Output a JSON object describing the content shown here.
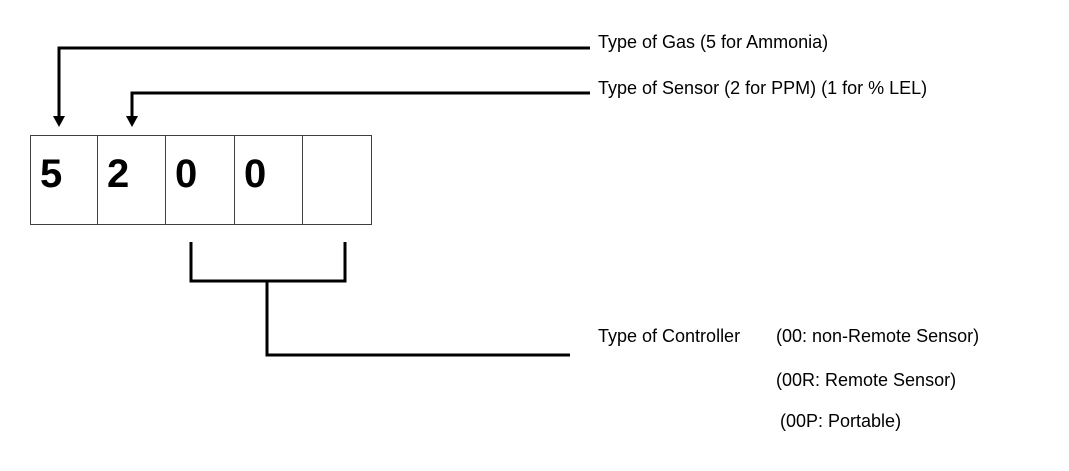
{
  "code_digits": [
    "5",
    "2",
    "0",
    "0",
    ""
  ],
  "labels": {
    "gas": "Type of Gas (5 for Ammonia)",
    "sensor": "Type of Sensor (2 for PPM) (1 for % LEL)",
    "controller": "Type of Controller",
    "controller_options": [
      "(00: non-Remote Sensor)",
      "(00R: Remote Sensor)",
      "(00P: Portable)"
    ]
  }
}
